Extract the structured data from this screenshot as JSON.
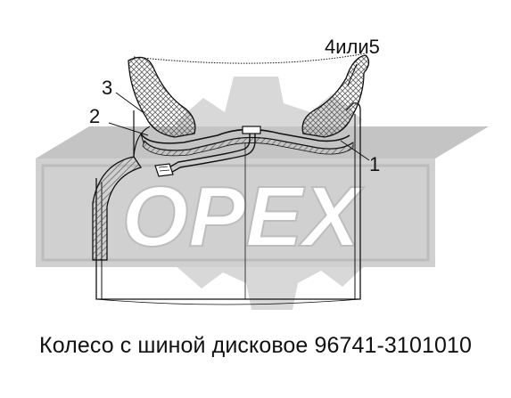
{
  "caption": "Колесо с шиной дисковое 96741-3101010",
  "watermark": {
    "text": "OPEX",
    "color": "#d4d4d4",
    "dark_color": "#b8b8b8"
  },
  "callouts": {
    "label_1": "1",
    "label_2": "2",
    "label_3": "3",
    "label_4or5": "4или5"
  },
  "colors": {
    "line": "#111111",
    "hatch": "#555555",
    "background": "#ffffff"
  }
}
